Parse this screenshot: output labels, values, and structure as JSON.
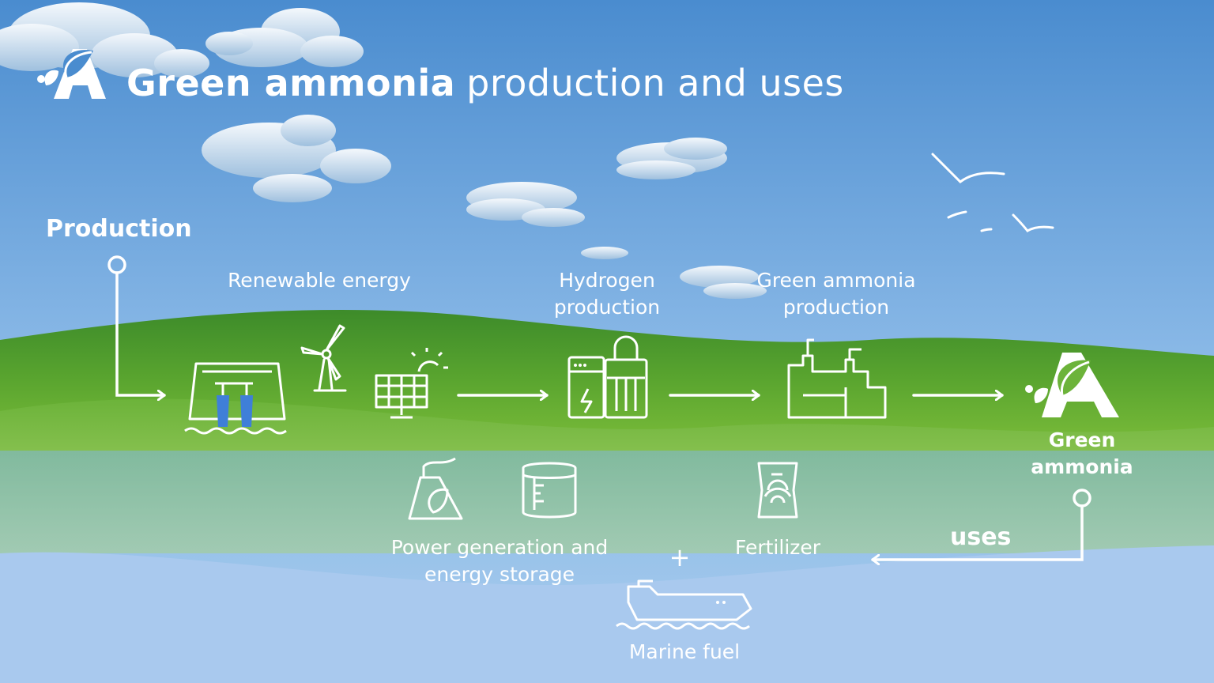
{
  "title": {
    "bold": "Green ammonia",
    "light": "production and uses"
  },
  "sections": {
    "production": "Production",
    "uses": "uses"
  },
  "steps": {
    "renewable": "Renewable energy",
    "hydrogen_line1": "Hydrogen",
    "hydrogen_line2": "production",
    "ga_prod_line1": "Green ammonia",
    "ga_prod_line2": "production",
    "green_ammonia_line1": "Green",
    "green_ammonia_line2": "ammonia"
  },
  "uses": {
    "power_line1": "Power generation and",
    "power_line2": "energy storage",
    "fertilizer": "Fertilizer",
    "plus": "+",
    "marine": "Marine fuel"
  },
  "colors": {
    "sky_top": "#4a8fd0",
    "sky_bottom": "#a9cdef",
    "hill_dark": "#3f8e2c",
    "hill_light": "#8cc63f",
    "water": "#9dc3ec"
  },
  "icons": [
    "logo-a-leaf-icon",
    "hydro-dam-icon",
    "wind-turbine-icon",
    "solar-panel-icon",
    "electrolyzer-icon",
    "factory-icon",
    "power-plant-icon",
    "storage-tank-icon",
    "fertilizer-bag-icon",
    "ship-icon",
    "bird-icon",
    "cloud-icon"
  ]
}
